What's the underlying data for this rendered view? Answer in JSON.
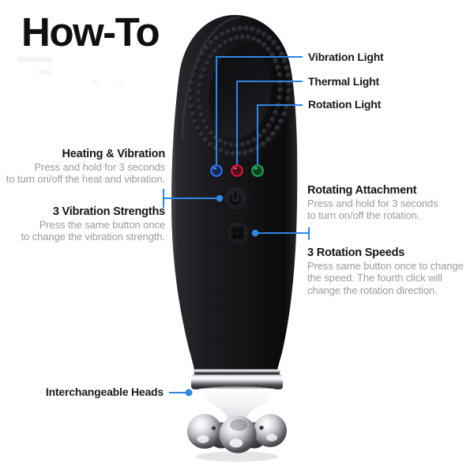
{
  "title": "How-To",
  "accent": "#2e87e3",
  "labels": {
    "vibration_light": "Vibration Light",
    "thermal_light": "Thermal Light",
    "rotation_light": "Rotation Light",
    "interchangeable_heads": "Interchangeable Heads"
  },
  "callouts": {
    "heating_vibration": {
      "title": "Heating & Vibration",
      "lines": [
        "Press and hold for 3 seconds",
        "to turn on/off the heat and vibration."
      ]
    },
    "vibration_strengths": {
      "title": "3 Vibration Strengths",
      "lines": [
        "Press the same button once",
        "to change the vibration strength."
      ]
    },
    "rotating_attachment": {
      "title": "Rotating Attachment",
      "lines": [
        "Press and hold for 3 seconds",
        "to turn on/off the rotation."
      ]
    },
    "rotation_speeds": {
      "title": "3 Rotation Speeds",
      "lines": [
        "Press same button once to change",
        "the speed. The fourth click will",
        "change the rotation direction."
      ]
    }
  },
  "device": {
    "leds": [
      {
        "name": "vibration-led",
        "color": "#2f6fe0",
        "fill": "#13265c",
        "glint": "#6ea0f0"
      },
      {
        "name": "thermal-led",
        "color": "#d41734",
        "fill": "#4a0f1a",
        "glint": "#f07090"
      },
      {
        "name": "rotation-led",
        "color": "#16a04b",
        "fill": "#0d4023",
        "glint": "#5fd08f"
      }
    ],
    "buttons": [
      {
        "name": "power-button",
        "icon": "power-icon"
      },
      {
        "name": "rotation-speed-button",
        "icon": "clover-icon"
      }
    ]
  }
}
